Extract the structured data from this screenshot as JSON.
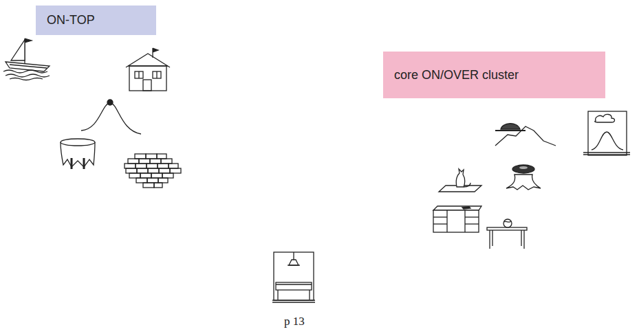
{
  "diagram": {
    "nodes": [
      {
        "text": [
          "ON-TOP"
        ]
      },
      {
        "text": [
          "core ON/OVER cluster"
        ]
      }
    ],
    "labels": [
      "p 13"
    ]
  }
}
